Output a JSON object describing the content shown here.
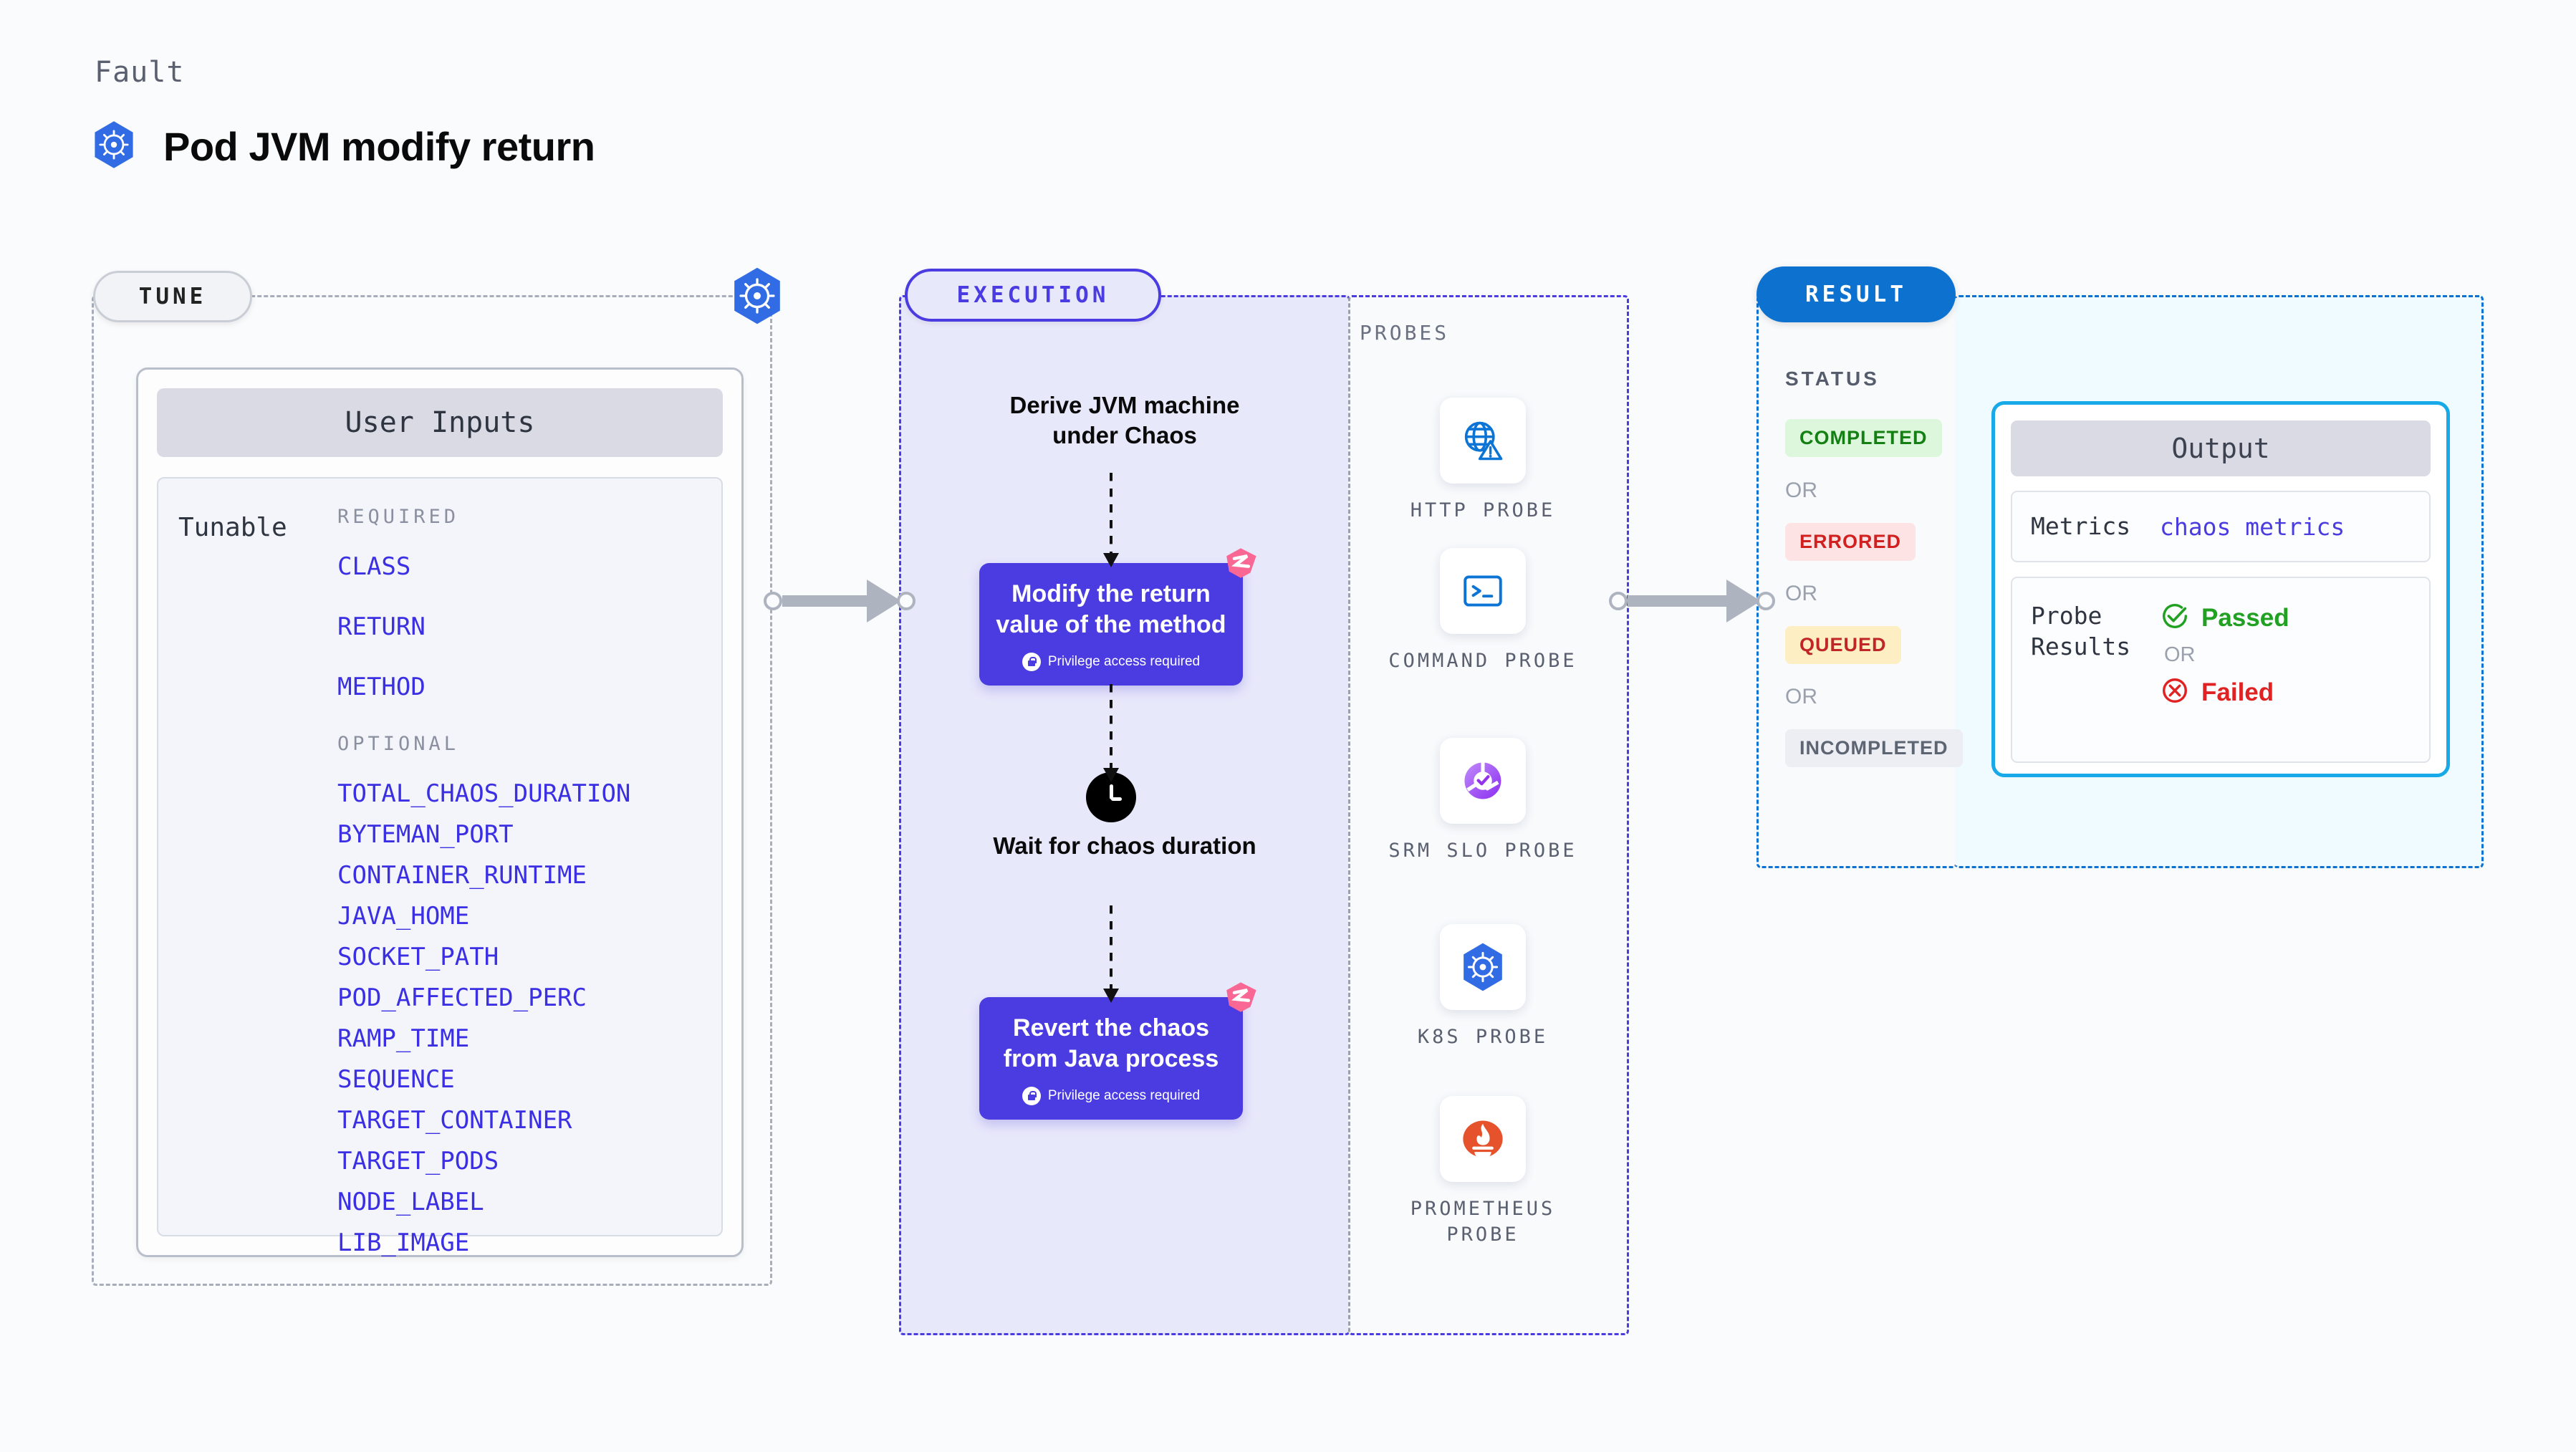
{
  "header": {
    "eyebrow": "Fault",
    "title": "Pod JVM modify return",
    "logo_icon": "kubernetes-icon"
  },
  "tune": {
    "pill_label": "TUNE",
    "badge_icon": "kubernetes-icon",
    "card_title": "User Inputs",
    "tunable_label": "Tunable",
    "required_label": "REQUIRED",
    "optional_label": "OPTIONAL",
    "required": [
      "CLASS",
      "RETURN",
      "METHOD"
    ],
    "optional": [
      "TOTAL_CHAOS_DURATION",
      "BYTEMAN_PORT",
      "CONTAINER_RUNTIME",
      "JAVA_HOME",
      "SOCKET_PATH",
      "POD_AFFECTED_PERC",
      "RAMP_TIME",
      "SEQUENCE",
      "TARGET_CONTAINER",
      "TARGET_PODS",
      "NODE_LABEL",
      "LIB_IMAGE"
    ]
  },
  "execution": {
    "pill_label": "EXECUTION",
    "step_derive": "Derive JVM machine under Chaos",
    "step_wait": "Wait for chaos duration",
    "wait_icon": "clock-icon",
    "boxes": [
      {
        "title": "Modify the return value of the method",
        "privilege": "Privilege access required",
        "lock_icon": "lock-icon",
        "corner_icon": "litmus-chaos-icon"
      },
      {
        "title": "Revert the chaos from Java process",
        "privilege": "Privilege access required",
        "lock_icon": "lock-icon",
        "corner_icon": "litmus-chaos-icon"
      }
    ]
  },
  "probes": {
    "title": "PROBES",
    "items": [
      {
        "label": "HTTP PROBE",
        "icon": "globe-warning-icon"
      },
      {
        "label": "COMMAND PROBE",
        "icon": "terminal-icon"
      },
      {
        "label": "SRM SLO PROBE",
        "icon": "srm-slo-donut-icon"
      },
      {
        "label": "K8S PROBE",
        "icon": "kubernetes-icon"
      },
      {
        "label": "PROMETHEUS PROBE",
        "icon": "prometheus-icon"
      }
    ]
  },
  "result": {
    "pill_label": "RESULT",
    "status_title": "STATUS",
    "or_label": "OR",
    "statuses": [
      {
        "label": "COMPLETED",
        "bg": "#ddf7dd",
        "color": "#148014"
      },
      {
        "label": "ERRORED",
        "bg": "#fde3e3",
        "color": "#d12020"
      },
      {
        "label": "QUEUED",
        "bg": "#fdeec4",
        "color": "#c02626"
      },
      {
        "label": "INCOMPLETED",
        "bg": "#eceef4",
        "color": "#5d6472"
      }
    ],
    "output": {
      "title": "Output",
      "metrics_key": "Metrics",
      "metrics_value": "chaos metrics",
      "probe_key": "Probe Results",
      "passed_label": "Passed",
      "passed_icon": "check-circle-icon",
      "failed_label": "Failed",
      "failed_icon": "x-circle-icon",
      "or_label": "OR"
    }
  },
  "colors": {
    "accent_purple": "#4a3ce0",
    "accent_blue": "#0d72cf",
    "accent_cyan": "#17a9e8",
    "k8s_blue": "#326ce5",
    "litmus_pink": "#f96794",
    "link_indigo": "#3b2fe3"
  }
}
